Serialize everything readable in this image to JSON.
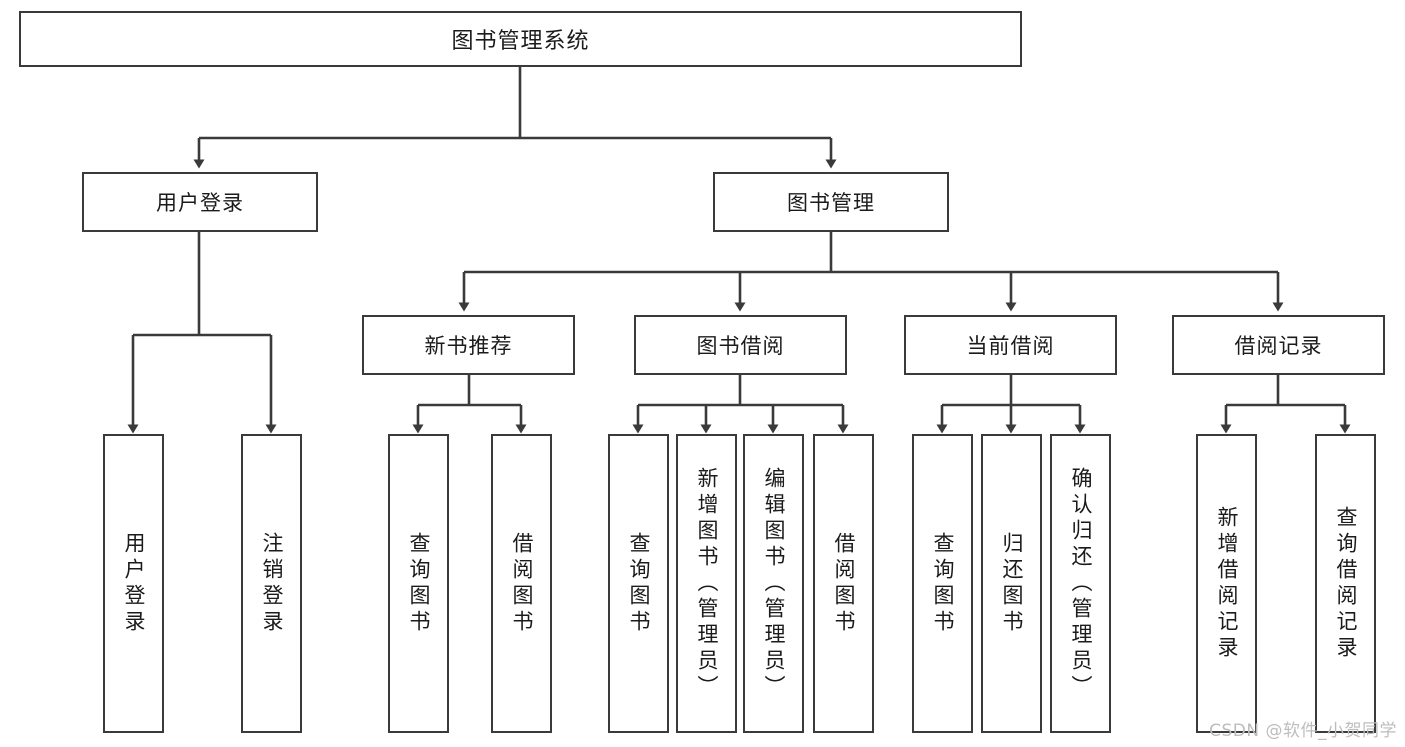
{
  "diagram": {
    "title": "图书管理系统",
    "watermark": "CSDN @软件_小贺同学",
    "colors": {
      "background": "#ffffff",
      "stroke": "#3a3a3a",
      "text": "#1b1b1b",
      "watermark": "#bdbdbd"
    },
    "root": {
      "label": "图书管理系统"
    },
    "level2": [
      {
        "label": "用户登录"
      },
      {
        "label": "图书管理"
      }
    ],
    "level3": [
      {
        "label": "新书推荐"
      },
      {
        "label": "图书借阅"
      },
      {
        "label": "当前借阅"
      },
      {
        "label": "借阅记录"
      }
    ],
    "leaves": {
      "user_login": [
        {
          "label": "用户登录"
        },
        {
          "label": "注销登录"
        }
      ],
      "new_book_recommend": [
        {
          "label": "查询图书"
        },
        {
          "label": "借阅图书"
        }
      ],
      "book_borrow": [
        {
          "label": "查询图书"
        },
        {
          "label": "新增图书（管理员）"
        },
        {
          "label": "编辑图书（管理员）"
        },
        {
          "label": "借阅图书"
        }
      ],
      "current_borrow": [
        {
          "label": "查询图书"
        },
        {
          "label": "归还图书"
        },
        {
          "label": "确认归还（管理员）"
        }
      ],
      "borrow_record": [
        {
          "label": "新增借阅记录"
        },
        {
          "label": "查询借阅记录"
        }
      ]
    }
  }
}
